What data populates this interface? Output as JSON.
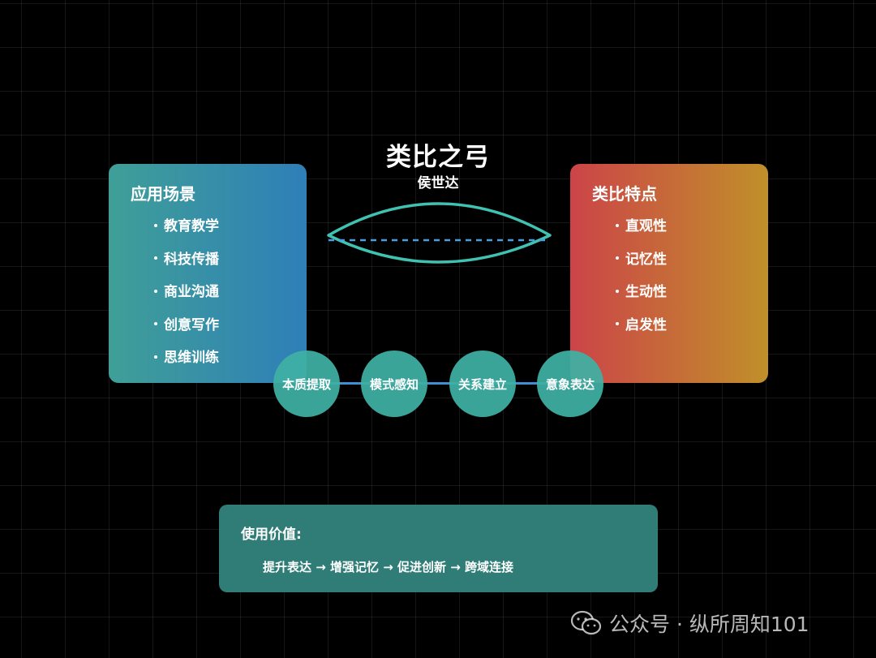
{
  "title": "类比之弓",
  "author": "侯世达",
  "left_card": {
    "heading": "应用场景",
    "items": [
      "教育教学",
      "科技传播",
      "商业沟通",
      "创意写作",
      "思维训练"
    ],
    "gradient": [
      "#3f9f97",
      "#2e7fb8"
    ]
  },
  "right_card": {
    "heading": "类比特点",
    "items": [
      "直观性",
      "记忆性",
      "生动性",
      "启发性"
    ],
    "gradient": [
      "#cc4448",
      "#c0902a"
    ]
  },
  "steps": [
    "本质提取",
    "模式感知",
    "关系建立",
    "意象表达"
  ],
  "value": {
    "title": "使用价值:",
    "chain": "提升表达 → 增强记忆 → 促进创新 → 跨域连接"
  },
  "watermark": {
    "text": "公众号 · 纵所周知101",
    "icon": "wechat-icon"
  },
  "colors": {
    "background": "#000000",
    "bow_stroke": "#40c2b2",
    "bow_string": "#4a9fe0",
    "step_fill": "#40b0a4",
    "value_fill": "#2f7d76"
  }
}
